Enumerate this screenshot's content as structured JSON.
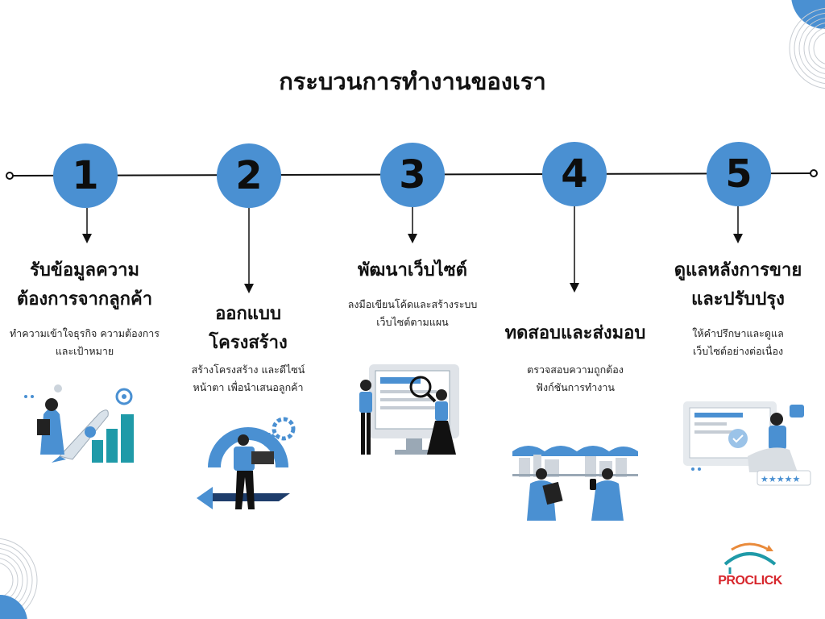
{
  "title": "กระบวนการทำงานของเรา",
  "logo": {
    "text": "PROCLICK",
    "icon": "proclick-logo-icon"
  },
  "colors": {
    "accent": "#4a90d2",
    "text": "#111111",
    "logo": "#d7262c",
    "bar": "#1f9aa8"
  },
  "steps": [
    {
      "number": "1",
      "heading": [
        "รับข้อมูลความ",
        "ต้องการจากลูกค้า"
      ],
      "desc": [
        "ทำความเข้าใจธุรกิจ ความต้องการ",
        "และเป้าหมาย"
      ],
      "illustration": "rocket-growth-illustration"
    },
    {
      "number": "2",
      "heading": [
        "ออกแบบ",
        "โครงสร้าง"
      ],
      "desc": [
        "สร้างโครงสร้าง และดีไซน์",
        "หน้าตา เพื่อนำเสนอลูกค้า"
      ],
      "illustration": "design-structure-illustration"
    },
    {
      "number": "3",
      "heading": [
        "พัฒนาเว็บไซต์"
      ],
      "desc": [
        "ลงมือเขียนโค้ดและสร้างระบบ",
        "เว็บไซต์ตามแผน"
      ],
      "illustration": "web-development-illustration"
    },
    {
      "number": "4",
      "heading": [
        "ทดสอบและส่งมอบ"
      ],
      "desc": [
        "ตรวจสอบความถูกต้อง",
        "ฟังก์ชันการทำงาน"
      ],
      "illustration": "testing-delivery-illustration"
    },
    {
      "number": "5",
      "heading": [
        "ดูแลหลังการขาย",
        "และปรับปรุง"
      ],
      "desc": [
        "ให้คำปรึกษาและดูแล",
        "เว็บไซต์อย่างต่อเนื่อง"
      ],
      "illustration": "support-maintenance-illustration"
    }
  ]
}
